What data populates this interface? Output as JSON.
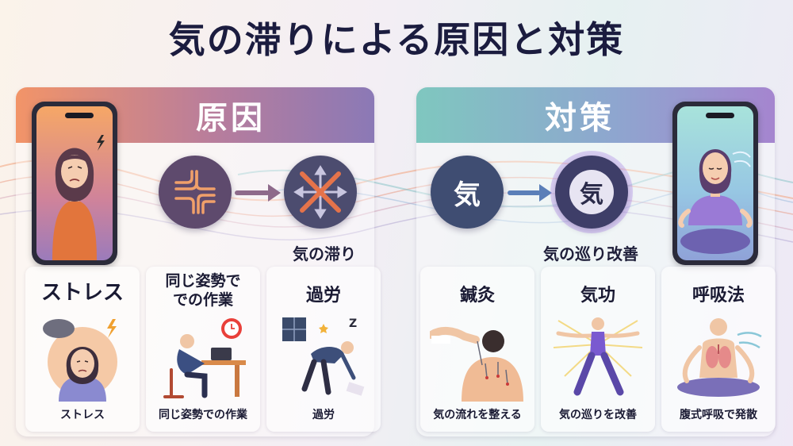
{
  "title": "気の滞りによる原因と対策",
  "cause": {
    "heading": "原因",
    "stagnation_label": "気の滞り",
    "items": [
      {
        "heading": "ストレス",
        "caption": "ストレス"
      },
      {
        "heading": "同じ姿勢で\nでの作業",
        "caption": "同じ姿勢での作業"
      },
      {
        "heading": "過労",
        "caption": "過労"
      }
    ]
  },
  "remedy": {
    "heading": "対策",
    "ki_glyph_1": "気",
    "ki_glyph_2": "気",
    "improvement_label": "気の巡り改善",
    "items": [
      {
        "heading": "鍼灸",
        "caption": "気の流れを整える"
      },
      {
        "heading": "気功",
        "caption": "気の巡りを改善"
      },
      {
        "heading": "呼吸法",
        "caption": "腹式呼吸で発散"
      }
    ]
  },
  "colors": {
    "cause_gradient_start": "#f29468",
    "cause_gradient_end": "#8b79b6",
    "remedy_gradient_start": "#7fc7bf",
    "remedy_gradient_end": "#a585cf",
    "title": "#1b1c3f"
  },
  "icons": {
    "tangled_lines": "tangled-lines-icon",
    "blocked_flow": "blocked-flow-icon",
    "ki_flow": "ki-flow-icon",
    "ki_circulation": "ki-circulation-icon"
  }
}
